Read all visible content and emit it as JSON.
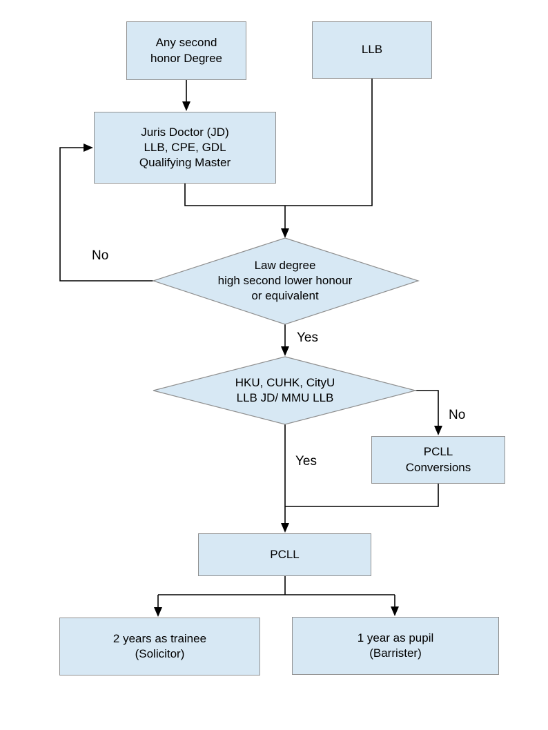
{
  "diagram": {
    "colors": {
      "node_fill": "#d7e8f4",
      "node_border": "#8f8f8f",
      "connector": "#000000",
      "text": "#000000",
      "canvas": "#ffffff"
    },
    "nodes": {
      "any_second_honor_degree": {
        "label": "Any second\nhonor Degree",
        "type": "process"
      },
      "llb": {
        "label": "LLB",
        "type": "process"
      },
      "juris_doctor": {
        "label": "Juris Doctor (JD)\nLLB, CPE, GDL\nQualifying Master",
        "type": "process"
      },
      "law_degree_decision": {
        "label": "Law degree\nhigh second lower honour\nor equivalent",
        "type": "decision"
      },
      "hku_cuhk_cityu_decision": {
        "label": "HKU, CUHK, CityU\nLLB JD/ MMU LLB",
        "type": "decision"
      },
      "pcll_conversions": {
        "label": "PCLL\nConversions",
        "type": "process"
      },
      "pcll": {
        "label": "PCLL",
        "type": "process"
      },
      "trainee_solicitor": {
        "label": "2 years as trainee\n(Solicitor)",
        "type": "process"
      },
      "pupil_barrister": {
        "label": "1 year as pupil\n(Barrister)",
        "type": "process"
      }
    },
    "edge_labels": {
      "law_degree_no": "No",
      "law_degree_yes": "Yes",
      "hku_no": "No",
      "hku_yes": "Yes"
    }
  }
}
